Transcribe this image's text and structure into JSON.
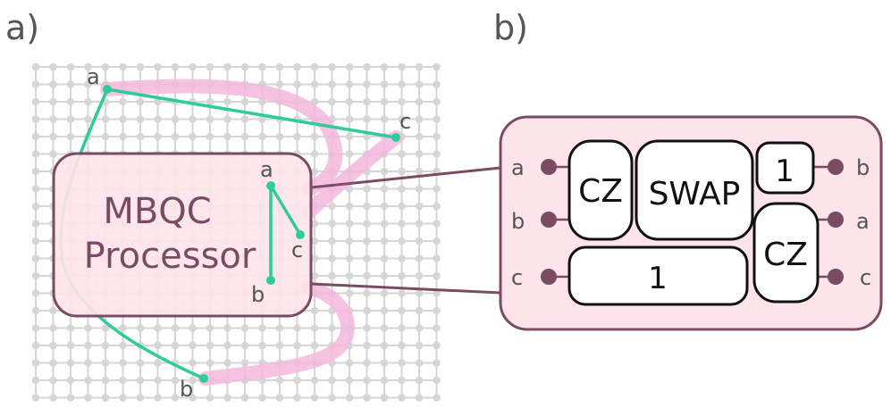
{
  "panels": {
    "a": "a)",
    "b": "b)"
  },
  "processor": {
    "line1": "MBQC",
    "line2": "Processor"
  },
  "lattice_nodes": {
    "a": "a",
    "b": "b",
    "c": "c"
  },
  "inner_nodes": {
    "a": "a",
    "b": "b",
    "c": "c"
  },
  "circuit": {
    "inputs": [
      "a",
      "b",
      "c"
    ],
    "outputs": [
      "b",
      "a",
      "c"
    ],
    "gates": {
      "cz1": "CZ",
      "swap": "SWAP",
      "one_top": "1",
      "cz2": "CZ",
      "one_bottom": "1"
    }
  },
  "colors": {
    "grid": "#d6d6d6",
    "entangle_path": "#2ecc9a",
    "highlight": "#f5b8dc",
    "processor_fill": "#fde4ea",
    "processor_stroke": "#7a4c63",
    "terminal": "#7a4c63"
  }
}
